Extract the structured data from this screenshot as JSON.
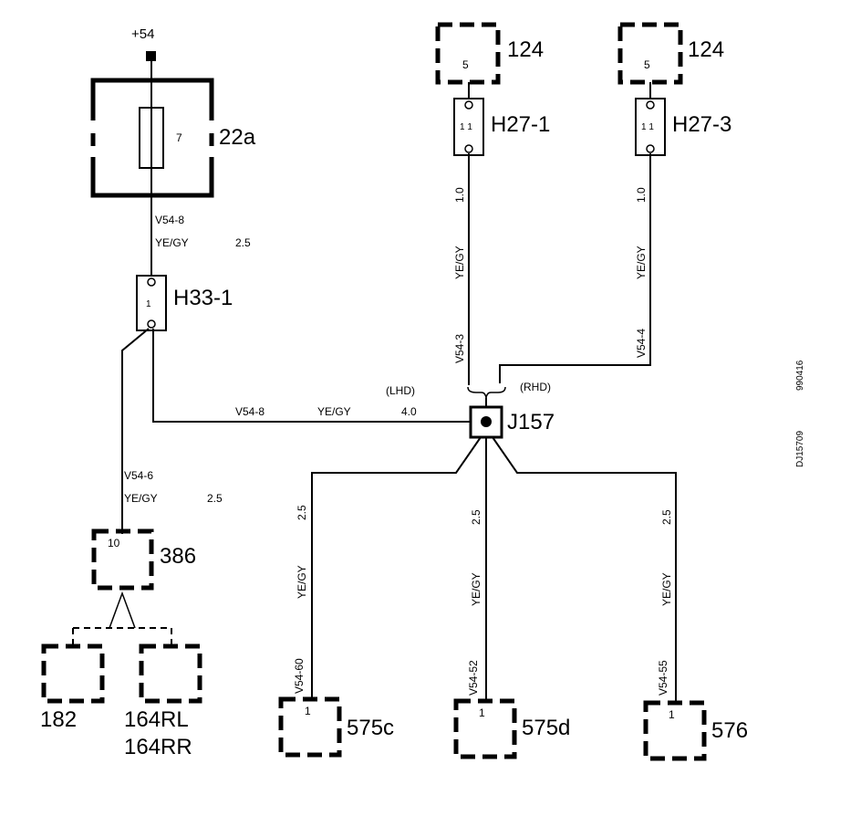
{
  "supply": {
    "label": "+54"
  },
  "fuse_box": {
    "id": "22a",
    "fuse_number": "7"
  },
  "connector_h33": {
    "id": "H33-1",
    "pin": "1"
  },
  "connector_h27_1": {
    "id": "H27-1",
    "pin": "1 1",
    "source_id": "124",
    "source_pin": "5"
  },
  "connector_h27_3": {
    "id": "H27-3",
    "pin": "1 1",
    "source_id": "124",
    "source_pin": "5"
  },
  "junction": {
    "id": "J157",
    "lhd_label": "(LHD)",
    "rhd_label": "(RHD)"
  },
  "connector_386": {
    "id": "386",
    "pin": "10"
  },
  "components": {
    "c182": "182",
    "c164rl": "164RL",
    "c164rr": "164RR",
    "c575c": {
      "id": "575c",
      "pin": "1"
    },
    "c575d": {
      "id": "575d",
      "pin": "1"
    },
    "c576": {
      "id": "576",
      "pin": "1"
    }
  },
  "wires": {
    "fuse_to_h33": {
      "code": "V54-8",
      "color": "YE/GY",
      "size": "2.5"
    },
    "h33_to_j157": {
      "code": "V54-8",
      "color": "YE/GY",
      "size": "4.0"
    },
    "h33_to_386": {
      "code": "V54-6",
      "color": "YE/GY",
      "size": "2.5"
    },
    "h27_1_to_j157": {
      "code": "V54-3",
      "color": "YE/GY",
      "size": "1.0"
    },
    "h27_3_to_j157": {
      "code": "V54-4",
      "color": "YE/GY",
      "size": "1.0"
    },
    "j157_to_575c": {
      "code": "V54-60",
      "color": "YE/GY",
      "size": "2.5"
    },
    "j157_to_575d": {
      "code": "V54-52",
      "color": "YE/GY",
      "size": "2.5"
    },
    "j157_to_576": {
      "code": "V54-55",
      "color": "YE/GY",
      "size": "2.5"
    }
  },
  "side_codes": {
    "top": "990416",
    "bottom": "DJ15709"
  }
}
